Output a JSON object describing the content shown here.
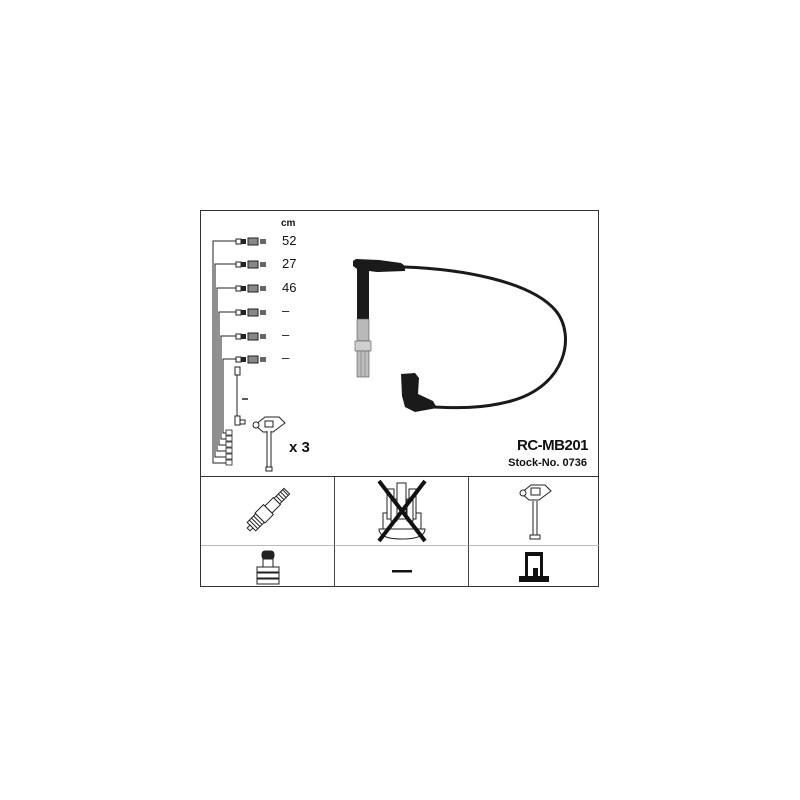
{
  "product": {
    "code": "RC-MB201",
    "stock_number": "Stock-No. 0736",
    "cable_color": "#1a1a1a"
  },
  "wire_legend": {
    "unit": "cm",
    "lengths": [
      "52",
      "27",
      "46",
      "–",
      "–",
      "–"
    ],
    "extra_wire_length": "–",
    "coil_quantity": "x 3"
  },
  "compatibility_grid": {
    "row1": [
      {
        "icon": "spark-plug-icon",
        "crossed": false
      },
      {
        "icon": "distributor-cap-icon",
        "crossed": true
      },
      {
        "icon": "ignition-coil-icon",
        "crossed": false
      }
    ],
    "row2": [
      {
        "icon": "plug-terminal-icon",
        "value": null
      },
      {
        "icon": "dash-icon",
        "value": "—"
      },
      {
        "icon": "coil-terminal-icon",
        "value": null
      }
    ]
  }
}
